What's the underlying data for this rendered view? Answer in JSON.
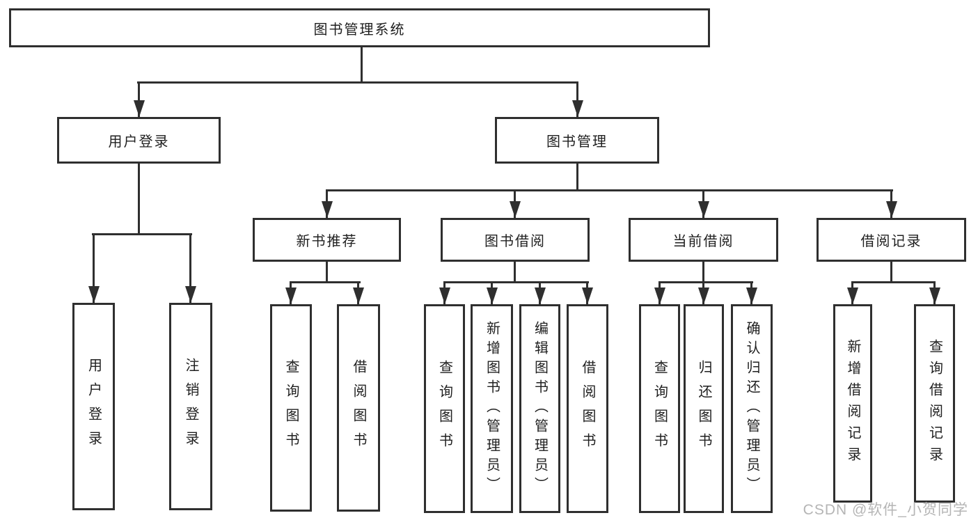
{
  "colors": {
    "line": "#2f2f2f",
    "text": "#1f1f1f",
    "watermark": "#b5b5b5",
    "background": "#ffffff"
  },
  "tree": {
    "root": {
      "label": "图书管理系统"
    },
    "branches": {
      "user_login": {
        "label": "用户登录",
        "children": [
          {
            "label": "用户登录"
          },
          {
            "label": "注销登录"
          }
        ]
      },
      "book_mgmt": {
        "label": "图书管理",
        "groups": {
          "new_book_rec": {
            "label": "新书推荐",
            "children": [
              {
                "label": "查询图书"
              },
              {
                "label": "借阅图书"
              }
            ]
          },
          "book_borrow": {
            "label": "图书借阅",
            "children": [
              {
                "label": "查询图书"
              },
              {
                "label": "新增图书（管理员）"
              },
              {
                "label": "编辑图书（管理员）"
              },
              {
                "label": "借阅图书"
              }
            ]
          },
          "current_borrow": {
            "label": "当前借阅",
            "children": [
              {
                "label": "查询图书"
              },
              {
                "label": "归还图书"
              },
              {
                "label": "确认归还（管理员）"
              }
            ]
          },
          "borrow_records": {
            "label": "借阅记录",
            "children": [
              {
                "label": "新增借阅记录"
              },
              {
                "label": "查询借阅记录"
              }
            ]
          }
        }
      }
    }
  },
  "watermark": {
    "text": "CSDN @软件_小贺同学"
  }
}
